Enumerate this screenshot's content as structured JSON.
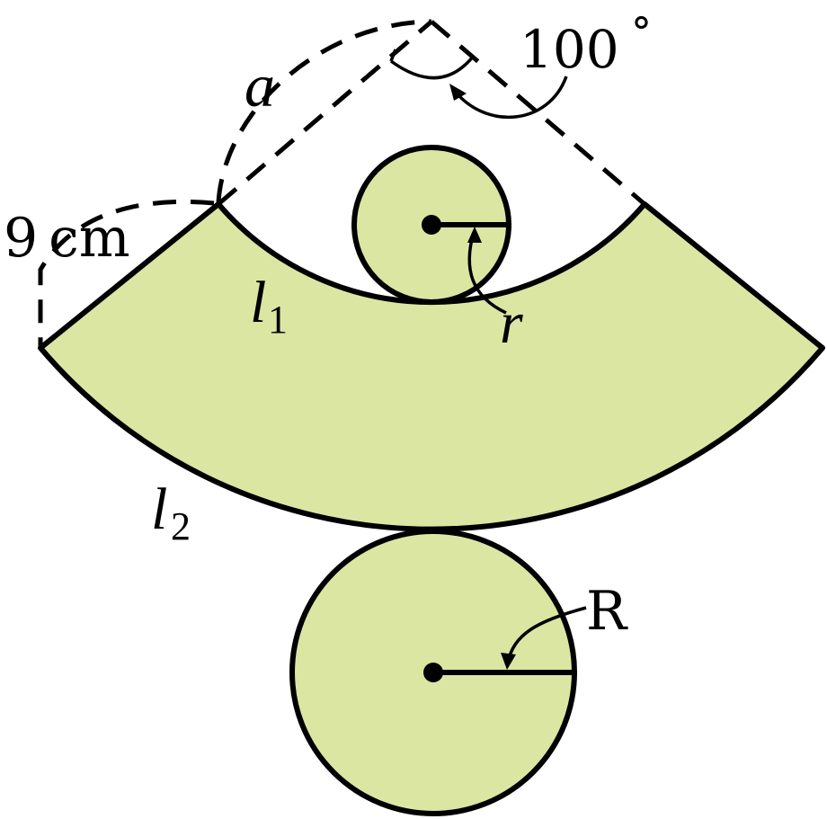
{
  "labels": {
    "slant": "9 cm",
    "angle": "100",
    "degree": "°",
    "arc": "a",
    "inner_arc": "l",
    "inner_arc_sub": "1",
    "outer_arc": "l",
    "outer_arc_sub": "2",
    "small_radius": "r",
    "large_radius": "R"
  },
  "colors": {
    "fill": "#dbe6a3",
    "stroke": "#000000"
  }
}
